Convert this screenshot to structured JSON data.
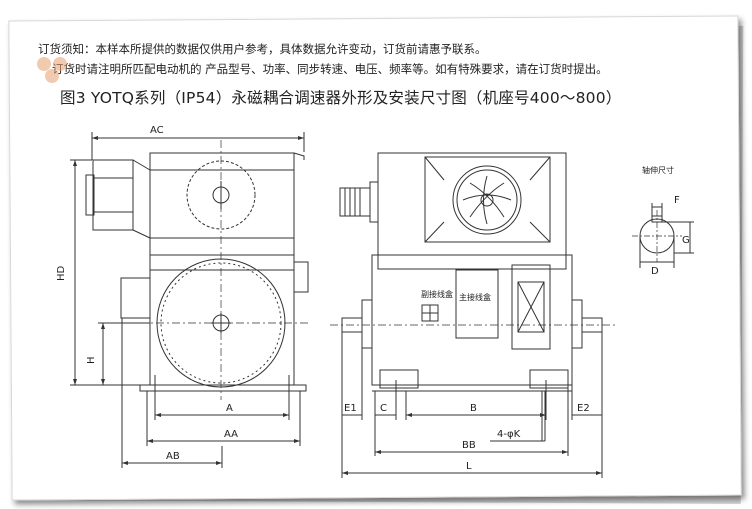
{
  "header": {
    "notice_line1": "订货须知：本样本所提供的数据仅供用户参考，具体数据允许变动，订货前请惠予联系。",
    "notice_line2": "订货时请注明所匹配电动机的  产品型号、功率、同步转速、电压、频率等。如有特殊要求，请在订货时提出。",
    "title": "图3 YOTQ系列（IP54）永磁耦合调速器外形及安装尺寸图（机座号400～800）"
  },
  "front_view": {
    "dims": {
      "ac": "AC",
      "hd": "HD",
      "h": "H",
      "a": "A",
      "aa": "AA",
      "ab": "AB"
    }
  },
  "side_view": {
    "box_sub": "副接线盒",
    "box_main": "主接线盒",
    "dims": {
      "e1": "E1",
      "c": "C",
      "b": "B",
      "e2": "E2",
      "k": "4-φK",
      "bb": "BB",
      "l": "L"
    }
  },
  "shaft_view": {
    "label": "轴伸尺寸",
    "dims": {
      "f": "F",
      "g": "G",
      "d": "D"
    }
  },
  "colors": {
    "line": "#333333",
    "text": "#222222",
    "watermark": "#e8a070"
  }
}
